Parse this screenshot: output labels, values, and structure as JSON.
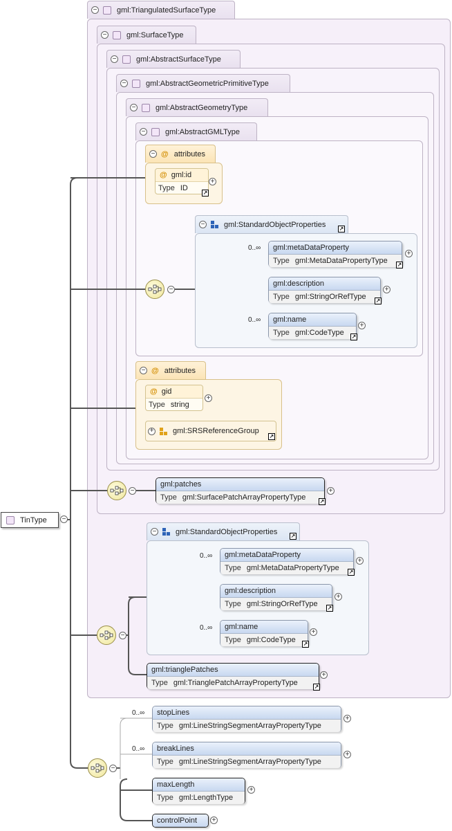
{
  "root": {
    "label": "TinType"
  },
  "base_types": [
    "gml:TriangulatedSurfaceType",
    "gml:SurfaceType",
    "gml:AbstractSurfaceType",
    "gml:AbstractGeometricPrimitiveType",
    "gml:AbstractGeometryType",
    "gml:AbstractGMLType"
  ],
  "attributes_label": "attributes",
  "type_label": "Type",
  "attr_id": {
    "name": "gml:id",
    "type": "ID"
  },
  "attr_gid": {
    "name": "gid",
    "type": "string"
  },
  "srs_group": "gml:SRSReferenceGroup",
  "group1": {
    "title": "gml:StandardObjectProperties",
    "elements": [
      {
        "name": "gml:metaDataProperty",
        "type": "gml:MetaDataPropertyType",
        "card": "0..∞"
      },
      {
        "name": "gml:description",
        "type": "gml:StringOrRefType",
        "card": ""
      },
      {
        "name": "gml:name",
        "type": "gml:CodeType",
        "card": "0..∞"
      }
    ]
  },
  "patches": {
    "name": "gml:patches",
    "type": "gml:SurfacePatchArrayPropertyType"
  },
  "group2": {
    "title": "gml:StandardObjectProperties",
    "elements": [
      {
        "name": "gml:metaDataProperty",
        "type": "gml:MetaDataPropertyType",
        "card": "0..∞"
      },
      {
        "name": "gml:description",
        "type": "gml:StringOrRefType",
        "card": ""
      },
      {
        "name": "gml:name",
        "type": "gml:CodeType",
        "card": "0..∞"
      }
    ]
  },
  "triangle_patches": {
    "name": "gml:trianglePatches",
    "type": "gml:TrianglePatchArrayPropertyType"
  },
  "tin_elements": [
    {
      "name": "stopLines",
      "type": "gml:LineStringSegmentArrayPropertyType",
      "card": "0..∞"
    },
    {
      "name": "breakLines",
      "type": "gml:LineStringSegmentArrayPropertyType",
      "card": "0..∞"
    },
    {
      "name": "maxLength",
      "type": "gml:LengthType",
      "card": ""
    },
    {
      "name": "controlPoint",
      "type": "",
      "card": ""
    }
  ],
  "symbols": {
    "expand": "+",
    "collapse": "−",
    "link": "↗"
  }
}
